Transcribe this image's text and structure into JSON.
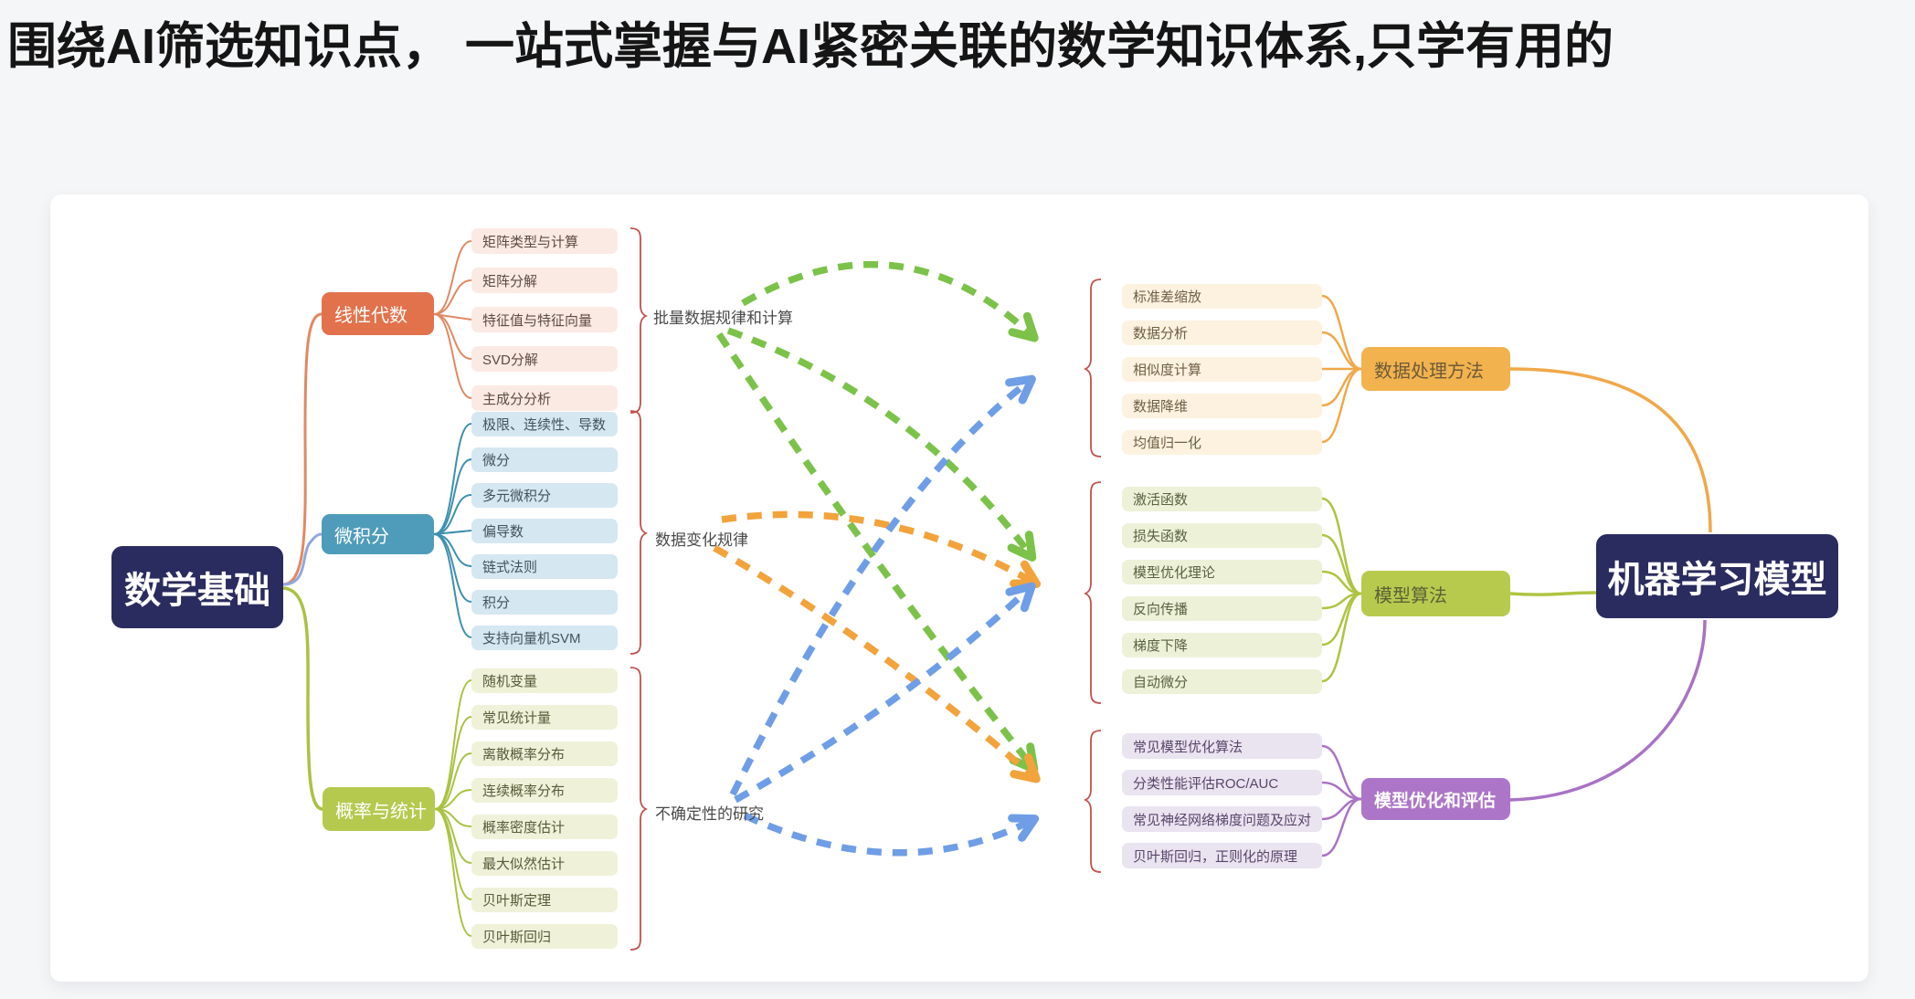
{
  "page": {
    "title": "围绕AI筛选知识点， 一站式掌握与AI紧密关联的数学知识体系,只学有用的"
  },
  "mindmap": {
    "root": {
      "label": "数学基础"
    },
    "target": {
      "label": "机器学习模型"
    },
    "left_branches": [
      {
        "label": "线性代数",
        "summary": "批量数据规律和计算",
        "children": [
          "矩阵类型与计算",
          "矩阵分解",
          "特征值与特征向量",
          "SVD分解",
          "主成分分析"
        ]
      },
      {
        "label": "微积分",
        "summary": "数据变化规律",
        "children": [
          "极限、连续性、导数",
          "微分",
          "多元微积分",
          "偏导数",
          "链式法则",
          "积分",
          "支持向量机SVM"
        ]
      },
      {
        "label": "概率与统计",
        "summary": "不确定性的研究",
        "children": [
          "随机变量",
          "常见统计量",
          "离散概率分布",
          "连续概率分布",
          "概率密度估计",
          "最大似然估计",
          "贝叶斯定理",
          "贝叶斯回归"
        ]
      }
    ],
    "right_groups": [
      {
        "label": "数据处理方法",
        "children": [
          "标准差缩放",
          "数据分析",
          "相似度计算",
          "数据降维",
          "均值归一化"
        ]
      },
      {
        "label": "模型算法",
        "children": [
          "激活函数",
          "损失函数",
          "模型优化理论",
          "反向传播",
          "梯度下降",
          "自动微分"
        ]
      },
      {
        "label": "模型优化和评估",
        "children": [
          "常见模型优化算法",
          "分类性能评估ROC/AUC",
          "常见神经网络梯度问题及应对",
          "贝叶斯回归，正则化的原理"
        ]
      }
    ],
    "arrows": [
      {
        "from": "批量数据规律和计算",
        "to": "数据处理方法",
        "color": "#7cc24a"
      },
      {
        "from": "批量数据规律和计算",
        "to": "模型算法",
        "color": "#7cc24a"
      },
      {
        "from": "批量数据规律和计算",
        "to": "模型优化和评估",
        "color": "#7cc24a"
      },
      {
        "from": "数据变化规律",
        "to": "模型算法",
        "color": "#f2a33c"
      },
      {
        "from": "数据变化规律",
        "to": "模型优化和评估",
        "color": "#f2a33c"
      },
      {
        "from": "不确定性的研究",
        "to": "数据处理方法",
        "color": "#6f9ee6"
      },
      {
        "from": "不确定性的研究",
        "to": "模型算法",
        "color": "#6f9ee6"
      },
      {
        "from": "不确定性的研究",
        "to": "模型优化和评估",
        "color": "#6f9ee6"
      }
    ],
    "colors": {
      "root_bg": "#2a2b5e",
      "linear_node": "#e2724c",
      "calculus_node": "#4f9cba",
      "probability_node": "#b5c94f",
      "data_processing_node": "#f2b24e",
      "model_algorithm_node": "#b7ca4e",
      "model_eval_node": "#ad75c8",
      "brace": "#c0504d",
      "dashed_green": "#7cc24a",
      "dashed_orange": "#f2a33c",
      "dashed_blue": "#6f9ee6"
    }
  }
}
